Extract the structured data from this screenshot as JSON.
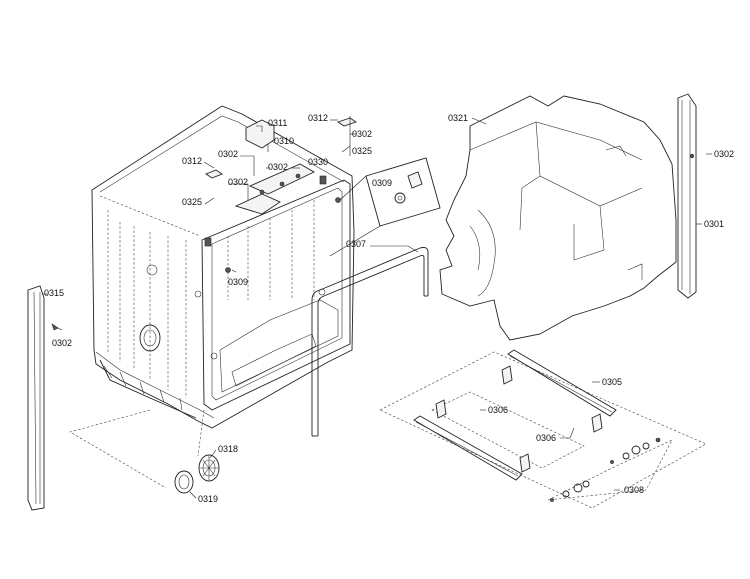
{
  "diagram": {
    "labels": {
      "l0311": "0311",
      "l0310": "0310",
      "l0312a": "0312",
      "l0302a": "0302",
      "l0302b": "0302",
      "l0302c": "0302",
      "l0330": "0330",
      "l0325a": "0325",
      "l0312b": "0312",
      "l0302d": "0302",
      "l0325b": "0325",
      "l0309a": "0309",
      "l0309b": "0309",
      "l0307": "0307",
      "l0321": "0321",
      "l0302e": "0302",
      "l0301": "0301",
      "l0315": "0315",
      "l0302f": "0302",
      "l0318": "0318",
      "l0319": "0319",
      "l0305": "0305",
      "l0306a": "0306",
      "l0306b": "0306",
      "l0308": "0308"
    }
  }
}
